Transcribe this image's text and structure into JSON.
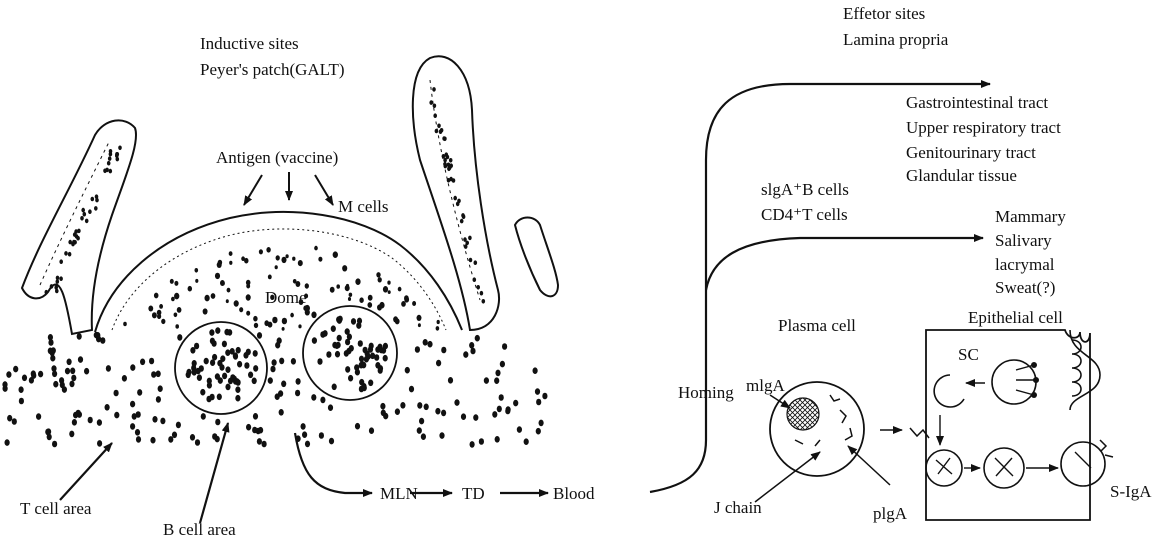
{
  "colors": {
    "ink": "#111111",
    "background": "#ffffff"
  },
  "labels": {
    "inductive_title": "Inductive sites",
    "inductive_sub": "Peyer's patch(GALT)",
    "effector_title": "Effetor sites",
    "effector_sub": "Lamina propria",
    "antigen": "Antigen (vaccine)",
    "m_cells": "M cells",
    "dome": "Dome",
    "t_cell_area": "T cell area",
    "b_cell_area": "B cell area",
    "mln": "MLN",
    "td": "TD",
    "blood": "Blood",
    "homing": "Homing",
    "cells_line1": "slgA⁺B cells",
    "cells_line2": "CD4⁺T cells",
    "plasma_cell": "Plasma cell",
    "epithelial_cell": "Epithelial cell",
    "migA": "mlgA",
    "j_chain": "J chain",
    "pigA": "plgA",
    "sc": "SC",
    "s_iga": "S-IgA"
  },
  "effector_targets_1": [
    "Gastrointestinal tract",
    "Upper respiratory tract",
    "Genitourinary tract",
    "Glandular tissue"
  ],
  "effector_targets_2": [
    "Mammary",
    "Salivary",
    "lacrymal",
    "Sweat(?)"
  ]
}
